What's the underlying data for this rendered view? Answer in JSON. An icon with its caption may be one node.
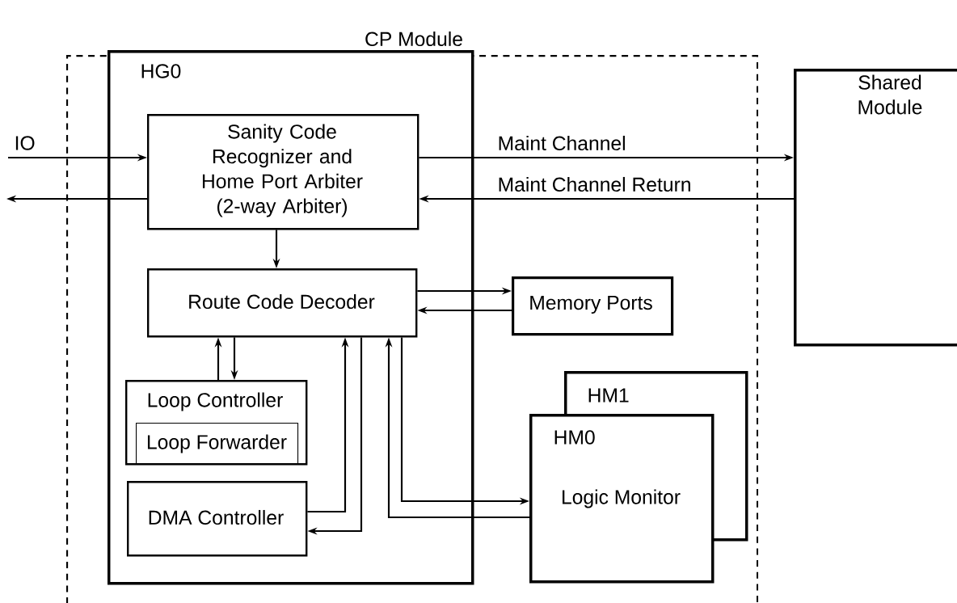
{
  "diagram": {
    "nodes": [
      {
        "text": [
          "CP Module"
        ]
      },
      {
        "text": [
          "HG0"
        ],
        "in": 0
      },
      {
        "text": [
          "Sanity Code Recognizer and Home Port Arbiter (2-way Arbiter)"
        ],
        "in": 1
      },
      {
        "text": [
          "Route Code Decoder"
        ],
        "in": 1
      },
      {
        "text": [
          "Loop Controller"
        ],
        "in": 1
      },
      {
        "text": [
          "Loop Forwarder"
        ],
        "in": 4
      },
      {
        "text": [
          "DMA Controller"
        ],
        "in": 1
      },
      {
        "text": [
          "Memory Ports"
        ],
        "in": 0
      },
      {
        "text": [
          "HM1"
        ],
        "in": 0
      },
      {
        "text": [
          "HM0",
          "Logic Monitor"
        ],
        "in": 0
      },
      {
        "text": [
          "Shared Module"
        ]
      }
    ],
    "edges": [
      {
        "from": null,
        "to": 2,
        "arrow": "to",
        "label": "IO"
      },
      {
        "from": 2,
        "to": null,
        "arrow": "to"
      },
      {
        "from": 2,
        "to": 10,
        "arrow": "to",
        "label": "Maint Channel"
      },
      {
        "from": 10,
        "to": 2,
        "arrow": "to",
        "label": "Maint Channel Return"
      },
      {
        "from": 2,
        "to": 3,
        "arrow": "to"
      },
      {
        "from": 3,
        "to": 7,
        "arrow": "to"
      },
      {
        "from": 7,
        "to": 3,
        "arrow": "to"
      },
      {
        "from": 4,
        "to": 3,
        "arrow": "to"
      },
      {
        "from": 3,
        "to": 4,
        "arrow": "to"
      },
      {
        "from": 6,
        "to": 3,
        "arrow": "to"
      },
      {
        "from": 3,
        "to": 6,
        "arrow": "to"
      },
      {
        "from": 9,
        "to": 3,
        "arrow": "to"
      },
      {
        "from": 3,
        "to": 9,
        "arrow": "to"
      }
    ]
  }
}
